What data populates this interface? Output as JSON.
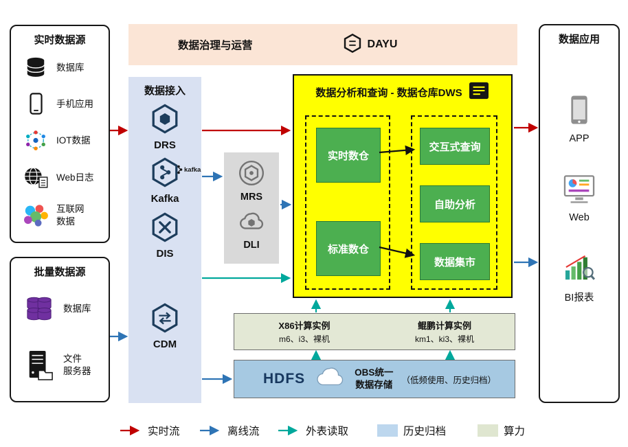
{
  "colors": {
    "c-red": "#c00000",
    "c-blue": "#2e74b5",
    "c-teal": "#00a89c",
    "c-yellow": "#ffff00",
    "c-green": "#4caf50",
    "c-peach": "#fbe5d6",
    "c-ingest": "#d9e1f2",
    "c-gray": "#d9d9d9",
    "c-compute": "#e3e8d5",
    "c-storage": "#a6c9e2",
    "c-archive": "#bdd7ee",
    "c-power": "#dfe6d0"
  },
  "governance": {
    "title": "数据治理与运营",
    "product": "DAYU"
  },
  "realtime_sources": {
    "title": "实时数据源",
    "items": [
      {
        "label": "数据库",
        "icon": "database-icon"
      },
      {
        "label": "手机应用",
        "icon": "mobile-phone-icon"
      },
      {
        "label": "IOT数据",
        "icon": "iot-icon"
      },
      {
        "label": "Web日志",
        "icon": "web-log-icon"
      },
      {
        "label": "互联网\n数据",
        "icon": "internet-data-icon"
      }
    ]
  },
  "batch_sources": {
    "title": "批量数据源",
    "items": [
      {
        "label": "数据库",
        "icon": "purple-database-icon"
      },
      {
        "label": "文件\n服务器",
        "icon": "file-server-icon"
      }
    ]
  },
  "ingestion": {
    "title": "数据接入",
    "services": [
      {
        "name": "DRS"
      },
      {
        "name": "Kafka",
        "logo_text": "kafka"
      },
      {
        "name": "DIS"
      },
      {
        "name": "CDM"
      }
    ]
  },
  "processing": {
    "services": [
      {
        "name": "MRS"
      },
      {
        "name": "DLI"
      }
    ]
  },
  "dws": {
    "title": "数据分析和查询 - 数据仓库DWS",
    "warehouses": [
      "实时数仓",
      "标准数仓"
    ],
    "services": [
      "交互式查询",
      "自助分析",
      "数据集市"
    ]
  },
  "compute": {
    "instances": [
      {
        "title": "X86计算实例",
        "models": "m6、i3、裸机"
      },
      {
        "title": "鲲鹏计算实例",
        "models": "km1、ki3、裸机"
      }
    ]
  },
  "storage": {
    "hdfs": "HDFS",
    "obs": "OBS统一\n数据存储",
    "note": "（低频使用、历史归档）"
  },
  "applications": {
    "title": "数据应用",
    "items": [
      {
        "label": "APP",
        "icon": "app-icon"
      },
      {
        "label": "Web",
        "icon": "web-browser-icon"
      },
      {
        "label": "BI报表",
        "icon": "bi-report-icon"
      }
    ]
  },
  "legend": {
    "items": [
      {
        "label": "实时流",
        "kind": "arrow",
        "color": "#c00000"
      },
      {
        "label": "离线流",
        "kind": "arrow",
        "color": "#2e74b5"
      },
      {
        "label": "外表读取",
        "kind": "arrow",
        "color": "#00a89c"
      },
      {
        "label": "历史归档",
        "kind": "swatch",
        "color": "#bdd7ee"
      },
      {
        "label": "算力",
        "kind": "swatch",
        "color": "#dfe6d0"
      }
    ]
  }
}
